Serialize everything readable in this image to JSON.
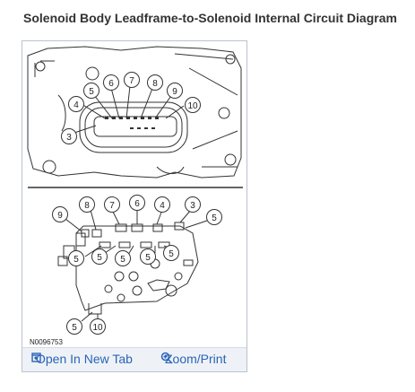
{
  "title": "Solenoid Body Leadframe-to-Solenoid Internal Circuit Diagram",
  "diagram": {
    "top_callouts": [
      "5",
      "6",
      "7",
      "8",
      "9",
      "4",
      "10",
      "3"
    ],
    "bottom_callouts_row1": [
      "9",
      "8",
      "7",
      "6",
      "4",
      "3",
      "5"
    ],
    "bottom_callouts_row2": [
      "5",
      "5",
      "5",
      "5"
    ],
    "bottom_callouts_row3": [
      "5",
      "10"
    ],
    "figure_id": "N0096753"
  },
  "footer": {
    "open_tab_label": "Open In New Tab",
    "zoom_print_label": "Zoom/Print",
    "open_tab_icon": "open-in-new-tab-icon",
    "zoom_icon": "zoom-magnifier-icon"
  },
  "colors": {
    "link": "#2a64b8",
    "footer_bg": "#eef2f6"
  }
}
